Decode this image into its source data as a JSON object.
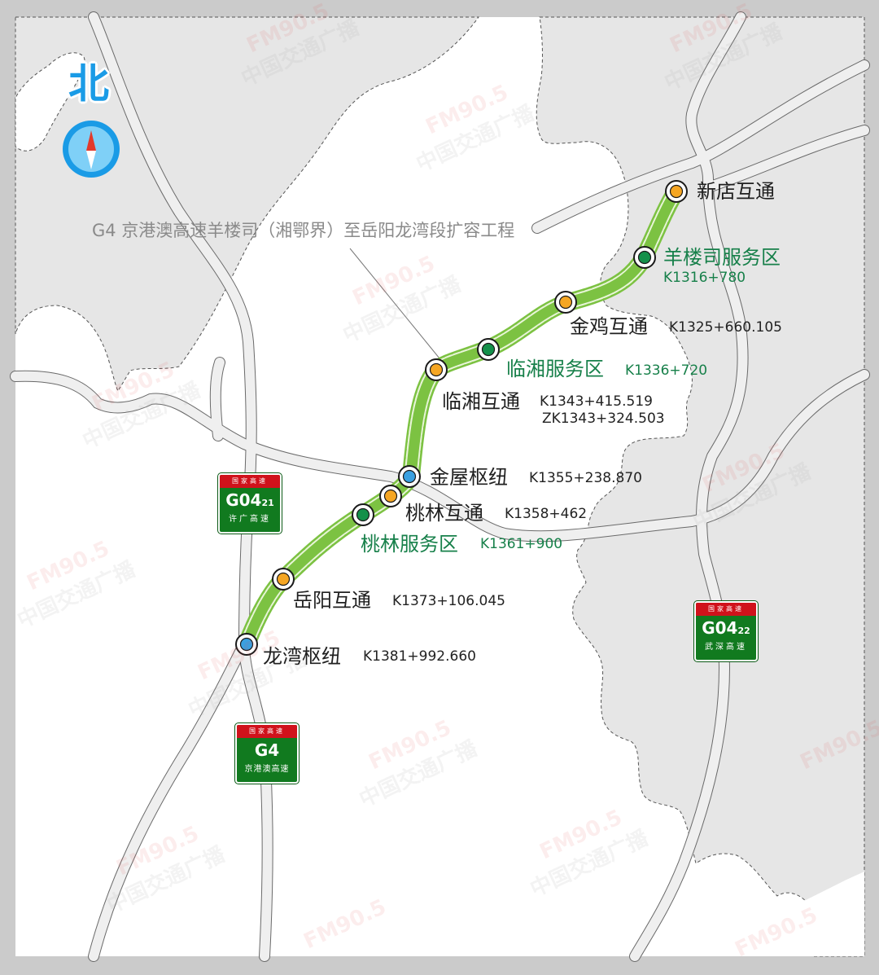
{
  "map": {
    "title": "G4 京港澳高速羊楼司（湘鄂界）至岳阳龙湾段扩容工程",
    "north_label": "北",
    "compass_icon": "compass-icon",
    "colors": {
      "route_green": "#7cc242",
      "interchange": "#f5a623",
      "service_area": "#14904a",
      "hub": "#3aa0e0",
      "land_gray": "#e6e6e6",
      "land_white": "#ffffff",
      "sign_green": "#117a1f",
      "sign_red": "#d0121b"
    },
    "stations": [
      {
        "name": "新店互通",
        "km": "",
        "type": "interchange"
      },
      {
        "name": "羊楼司服务区",
        "km": "K1316+780",
        "type": "service_area"
      },
      {
        "name": "金鸡互通",
        "km": "K1325+660.105",
        "type": "interchange"
      },
      {
        "name": "临湘服务区",
        "km": "K1336+720",
        "type": "service_area"
      },
      {
        "name": "临湘互通",
        "km": "K1343+415.519",
        "km2": "ZK1343+324.503",
        "type": "interchange"
      },
      {
        "name": "金屋枢纽",
        "km": "K1355+238.870",
        "type": "hub"
      },
      {
        "name": "桃林互通",
        "km": "K1358+462",
        "type": "interchange"
      },
      {
        "name": "桃林服务区",
        "km": "K1361+900",
        "type": "service_area"
      },
      {
        "name": "岳阳互通",
        "km": "K1373+106.045",
        "type": "interchange"
      },
      {
        "name": "龙湾枢纽",
        "km": "K1381+992.660",
        "type": "hub"
      }
    ],
    "signs": [
      {
        "header": "国家高速",
        "code": "G04",
        "suffix": "21",
        "name": "许广高速"
      },
      {
        "header": "国家高速",
        "code": "G04",
        "suffix": "22",
        "name": "武深高速"
      },
      {
        "header": "国家高速",
        "code": "G4",
        "suffix": "",
        "name": "京港澳高速"
      }
    ],
    "watermark": {
      "line1": "FM90.5",
      "line2": "中国交通广播"
    }
  }
}
